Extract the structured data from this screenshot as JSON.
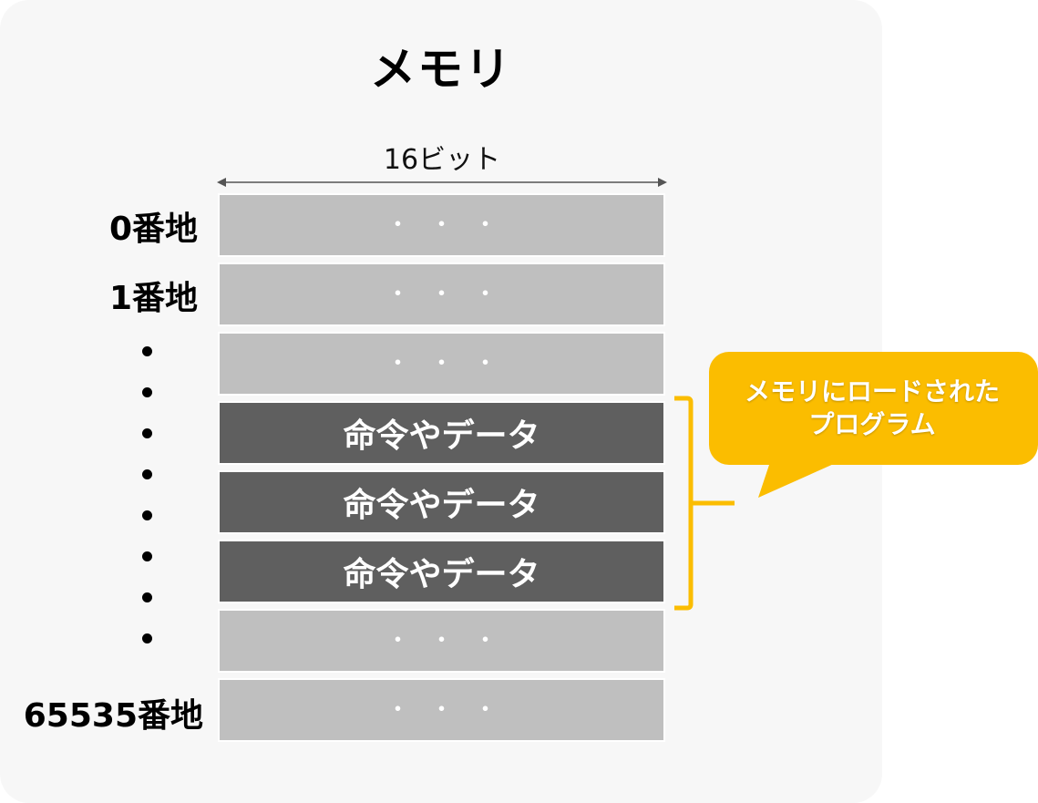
{
  "title": "メモリ",
  "width_label": "16ビット",
  "addresses": {
    "first": "0番地",
    "second": "1番地",
    "last": "65535番地"
  },
  "rows": [
    {
      "kind": "empty",
      "text": "・・・"
    },
    {
      "kind": "empty",
      "text": "・・・"
    },
    {
      "kind": "empty",
      "text": "・・・"
    },
    {
      "kind": "data",
      "text": "命令やデータ"
    },
    {
      "kind": "data",
      "text": "命令やデータ"
    },
    {
      "kind": "data",
      "text": "命令やデータ"
    },
    {
      "kind": "empty",
      "text": "・・・"
    },
    {
      "kind": "empty",
      "text": "・・・"
    }
  ],
  "callout": {
    "line1": "メモリにロードされた",
    "line2": "プログラム"
  },
  "colors": {
    "panel": "#f7f7f7",
    "empty_cell": "#bfbfbf",
    "data_cell": "#5f5f5f",
    "accent": "#fbbd00"
  }
}
